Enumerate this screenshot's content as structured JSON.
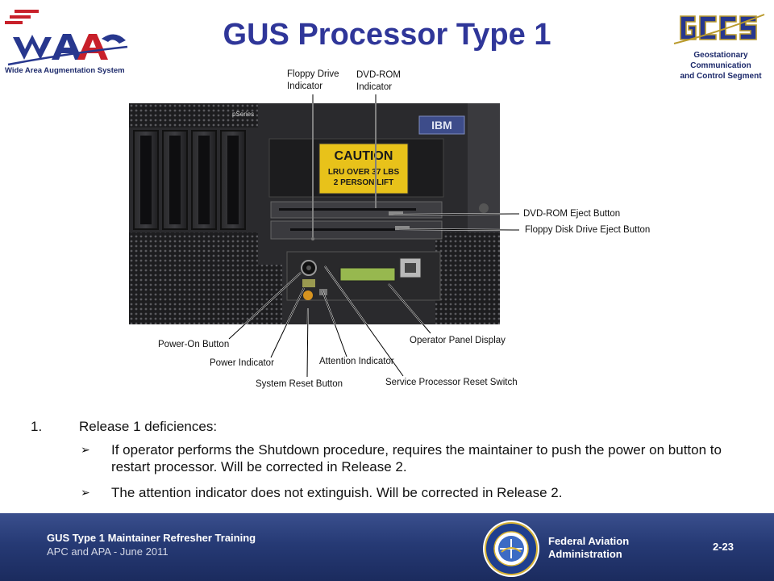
{
  "slide": {
    "title": "GUS Processor Type 1"
  },
  "logos": {
    "waas": {
      "icon": "waas-logo-icon",
      "caption": "Wide Area Augmentation System"
    },
    "gccs": {
      "icon": "gccs-logo-icon",
      "caption_lines": [
        "Geostationary",
        "Communication",
        "and Control Segment"
      ]
    }
  },
  "photo": {
    "callouts": {
      "floppy_drive_indicator": [
        "Floppy Drive",
        "Indicator"
      ],
      "dvd_rom_indicator": [
        "DVD-ROM",
        "Indicator"
      ],
      "dvd_rom_eject_button": "DVD-ROM Eject Button",
      "floppy_disk_drive_eject_button": "Floppy Disk Drive Eject Button",
      "power_on_button": "Power-On Button",
      "power_indicator": "Power Indicator",
      "system_reset_button": "System Reset Button",
      "attention_indicator": "Attention Indicator",
      "operator_panel_display": "Operator Panel Display",
      "service_processor_reset_switch": "Service Processor Reset Switch"
    },
    "labels": {
      "brand_series": "pSeries",
      "brand": "IBM",
      "caution_title": "CAUTION",
      "caution_line1": "LRU OVER 37 LBS",
      "caution_line2": "2 PERSON LIFT"
    }
  },
  "content": {
    "item_number": "1.",
    "item_text": "Release 1 deficiences:",
    "bullets": [
      "If operator performs the Shutdown procedure, requires the maintainer to push the power on button to restart processor.  Will be corrected in Release 2.",
      "The attention indicator does not extinguish.  Will be corrected in Release 2."
    ],
    "bullet_symbol": "➢"
  },
  "footer": {
    "course": "GUS Type 1 Maintainer Refresher Training",
    "date": "APC and APA - June 2011",
    "agency_lines": [
      "Federal Aviation",
      "Administration"
    ],
    "seal_icon": "faa-seal-icon",
    "page": "2-23"
  },
  "colors": {
    "title": "#2f3699",
    "footer": "#263a75",
    "waas_red": "#c8202a",
    "waas_blue": "#27378e"
  }
}
